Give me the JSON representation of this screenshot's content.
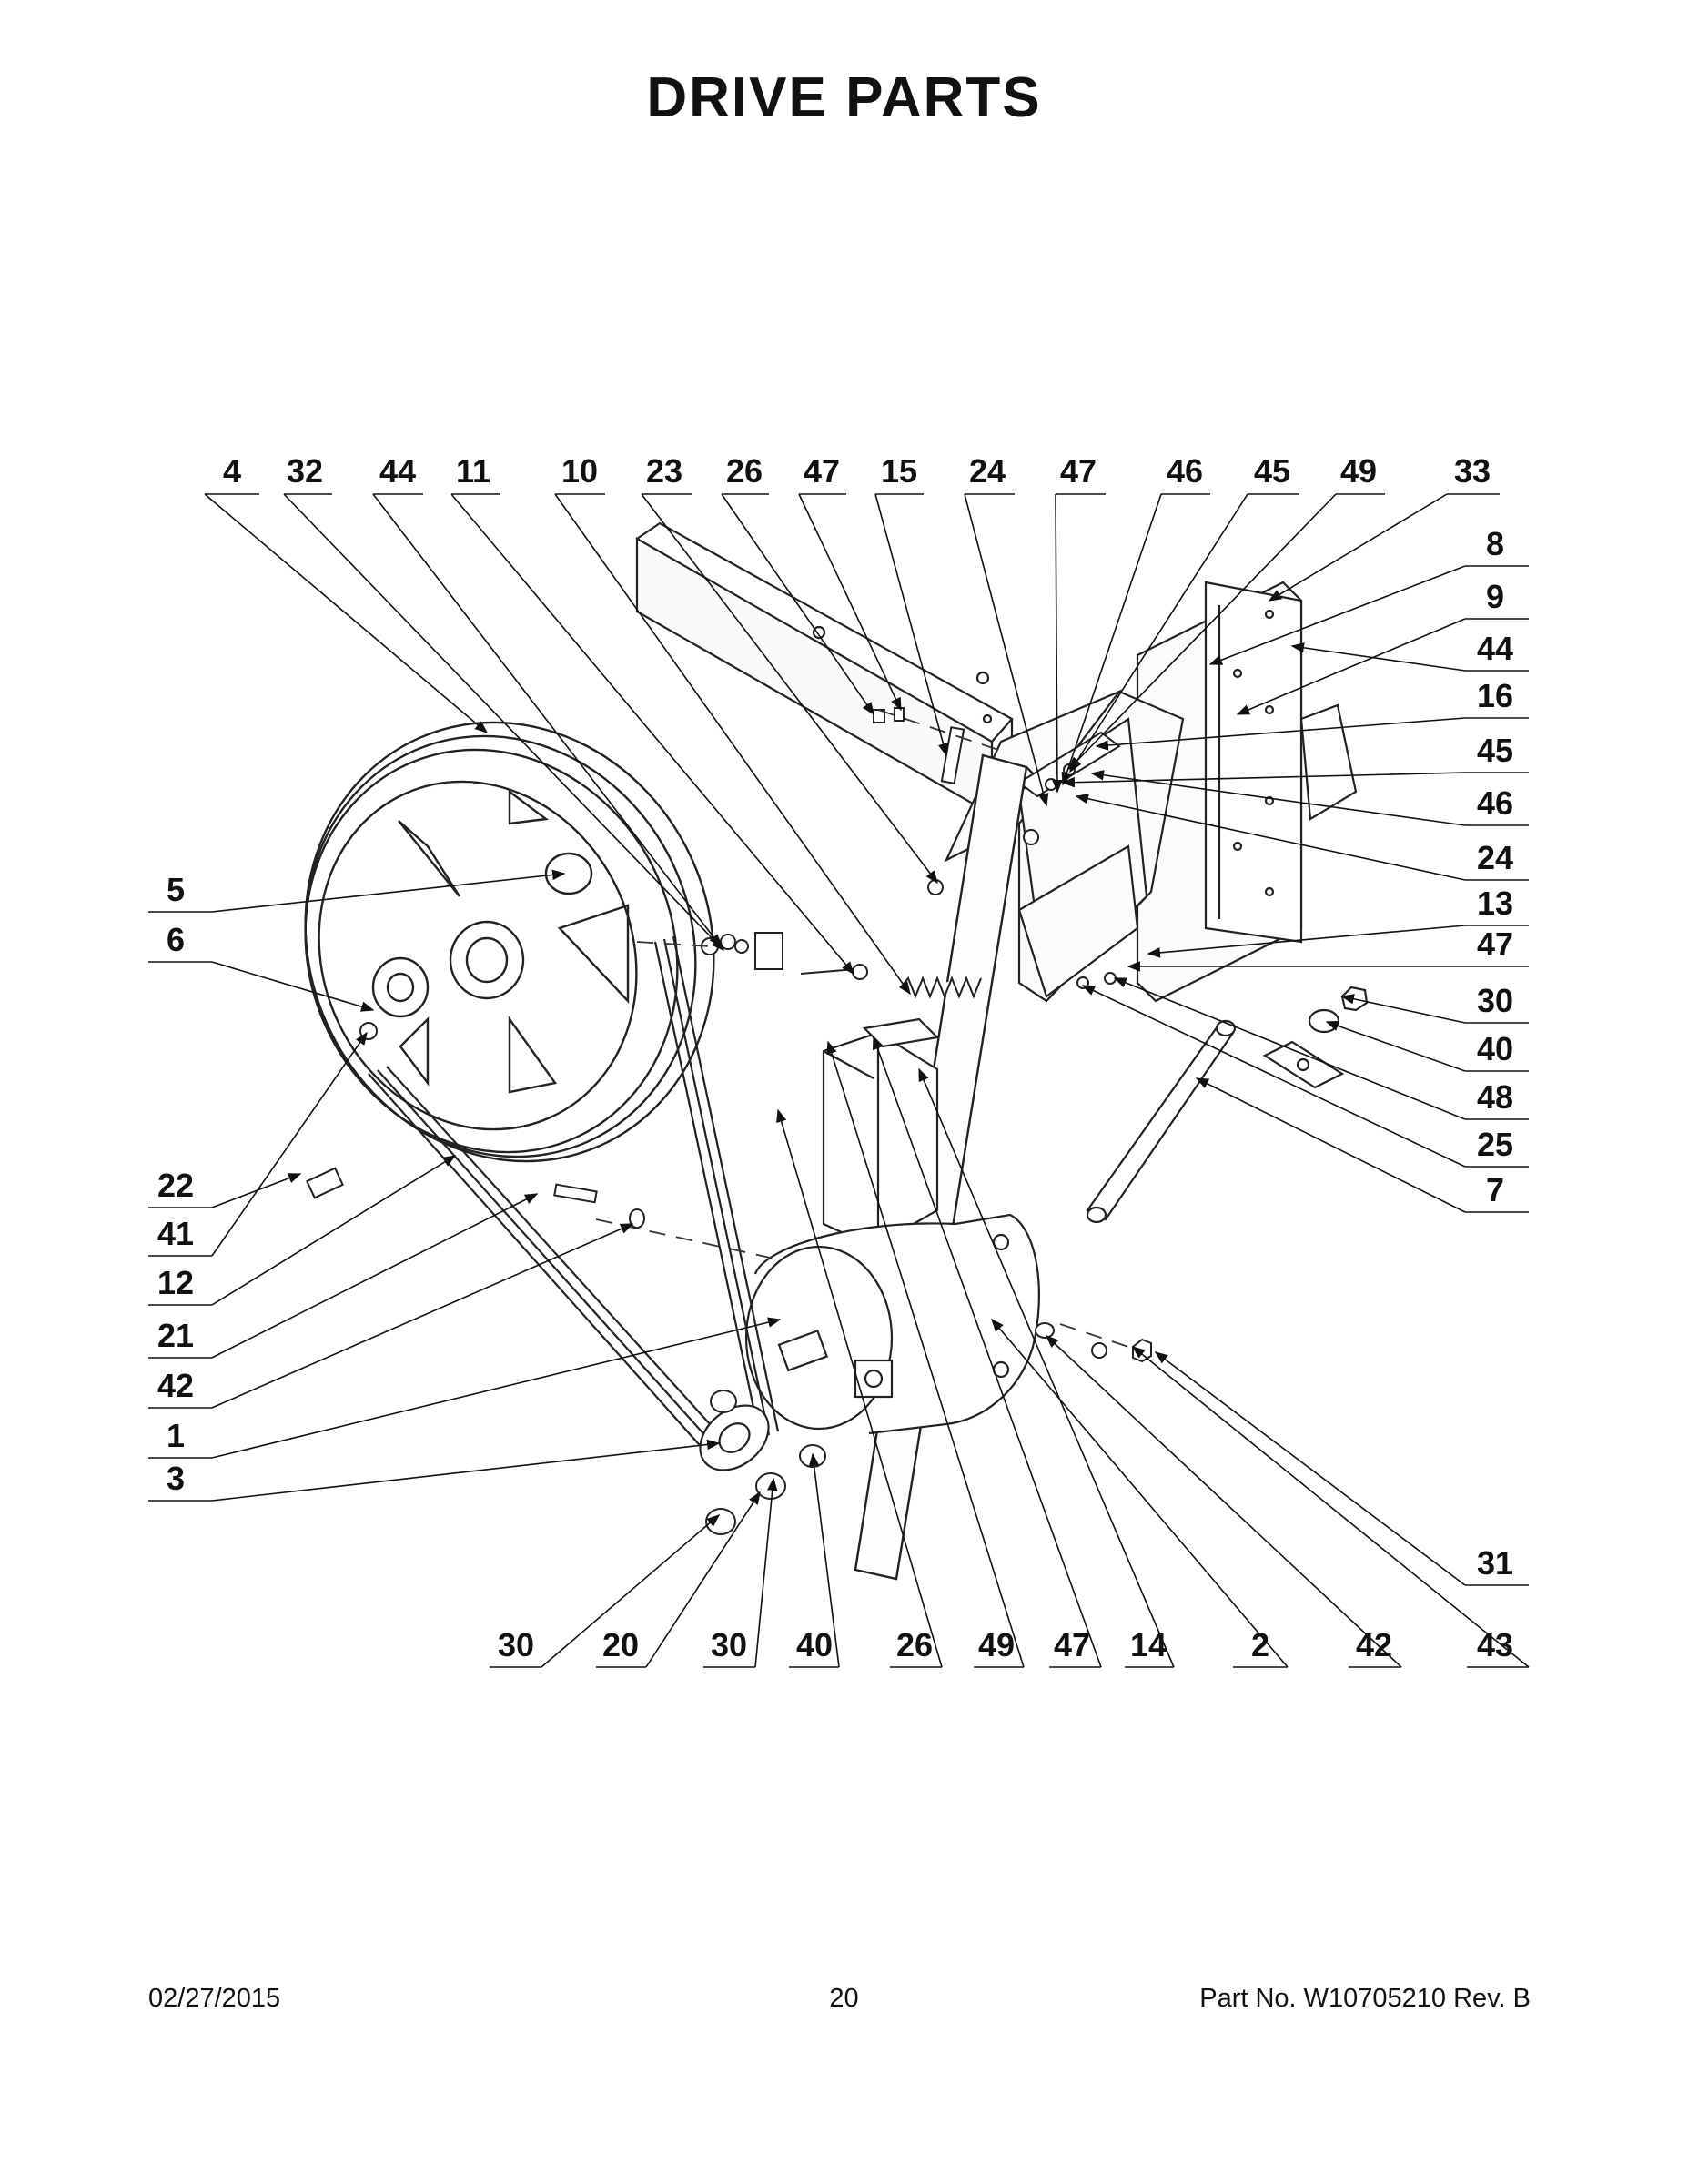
{
  "page": {
    "title": "DRIVE PARTS",
    "footer": {
      "date": "02/27/2015",
      "page_number": "20",
      "part_number": "Part No.  W10705210  Rev.  B"
    }
  },
  "callouts": {
    "top_row": [
      "4",
      "32",
      "44",
      "11",
      "10",
      "23",
      "26",
      "47",
      "15",
      "24",
      "47",
      "46",
      "45",
      "49",
      "33"
    ],
    "right_column": [
      "8",
      "9",
      "44",
      "16",
      "45",
      "46",
      "24",
      "13",
      "47",
      "30",
      "40",
      "48",
      "25",
      "7",
      "31"
    ],
    "left_column": [
      "5",
      "6",
      "22",
      "41",
      "12",
      "21",
      "42",
      "1",
      "3"
    ],
    "bottom_row": [
      "30",
      "20",
      "30",
      "40",
      "26",
      "49",
      "47",
      "14",
      "2",
      "42",
      "43"
    ]
  }
}
